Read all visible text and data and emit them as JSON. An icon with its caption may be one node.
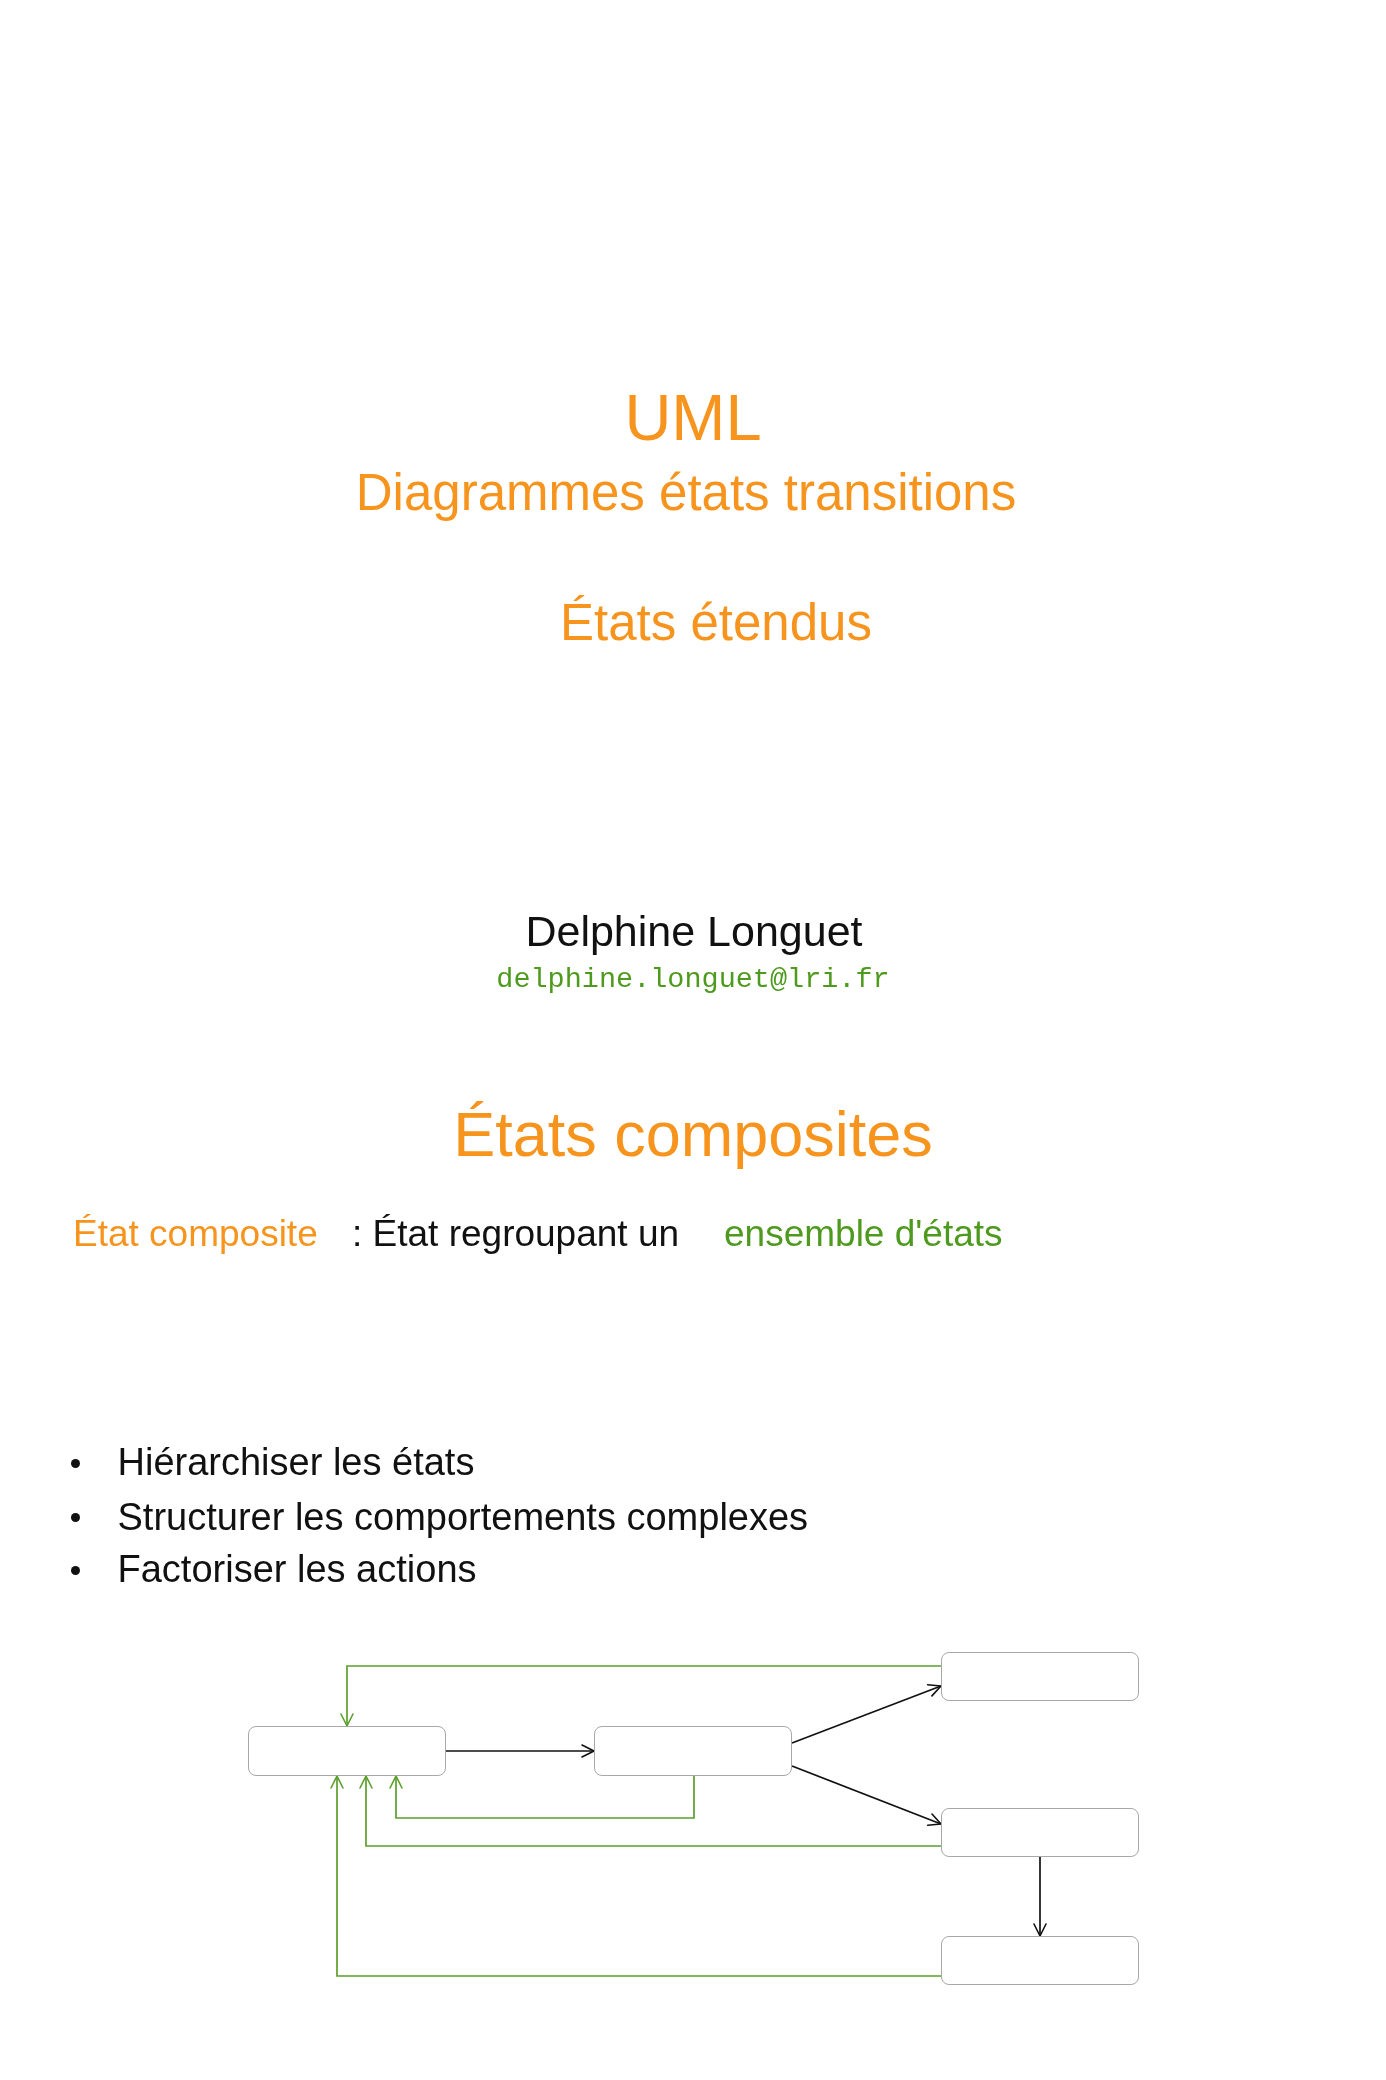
{
  "diagram": {
    "title": "UML",
    "nodes": [
      {
        "text": [],
        "shape": "box"
      },
      {
        "text": [],
        "shape": "box"
      },
      {
        "text": [],
        "shape": "box"
      },
      {
        "text": [],
        "shape": "box"
      },
      {
        "text": [],
        "shape": "box"
      }
    ],
    "edges": [
      {
        "from": 2,
        "to": 0,
        "arrow": "to",
        "color": "#5aa02c"
      },
      {
        "from": 0,
        "to": 1,
        "arrow": "to",
        "color": "#111111"
      },
      {
        "from": 1,
        "to": 2,
        "arrow": "to",
        "color": "#111111"
      },
      {
        "from": 1,
        "to": 3,
        "arrow": "to",
        "color": "#111111"
      },
      {
        "from": 1,
        "to": 0,
        "arrow": "to",
        "color": "#5aa02c"
      },
      {
        "from": 3,
        "to": 0,
        "arrow": "to",
        "color": "#5aa02c"
      },
      {
        "from": 3,
        "to": 4,
        "arrow": "to",
        "color": "#111111"
      },
      {
        "from": 4,
        "to": 0,
        "arrow": "to",
        "color": "#5aa02c"
      }
    ],
    "labels": [
      "Diagrammes états transitions",
      "États étendus",
      "Delphine Longuet",
      "delphine.longuet@lri.fr",
      "États composites",
      "État composite",
      ": État regroupant un",
      "ensemble d'états",
      "Hiérarchiser les états",
      "Structurer les comportements complexes",
      "Factoriser les actions"
    ]
  }
}
